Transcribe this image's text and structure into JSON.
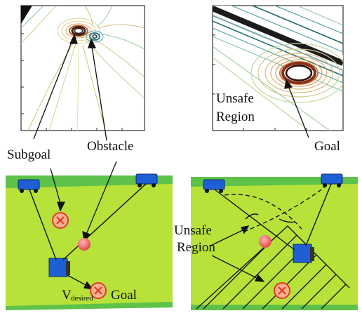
{
  "labels": {
    "subgoal": "Subgoal",
    "obstacle": "Obstacle",
    "unsafe_region_top_line1": "Unsafe",
    "unsafe_region_top_line2": "Region",
    "goal_top": "Goal",
    "v_main": "V",
    "v_sub": "desired",
    "goal_bottom": "Goal",
    "unsafe_region_bottom_line1": "Unsafe",
    "unsafe_region_bottom_line2": "Region"
  },
  "colors": {
    "field_green": "#b6e23a",
    "field_edge": "#5ec24a",
    "robot_blue": "#1f5fd6",
    "goal_red": "#e03a2a",
    "obstacle_pink": "#ee6b6b"
  }
}
